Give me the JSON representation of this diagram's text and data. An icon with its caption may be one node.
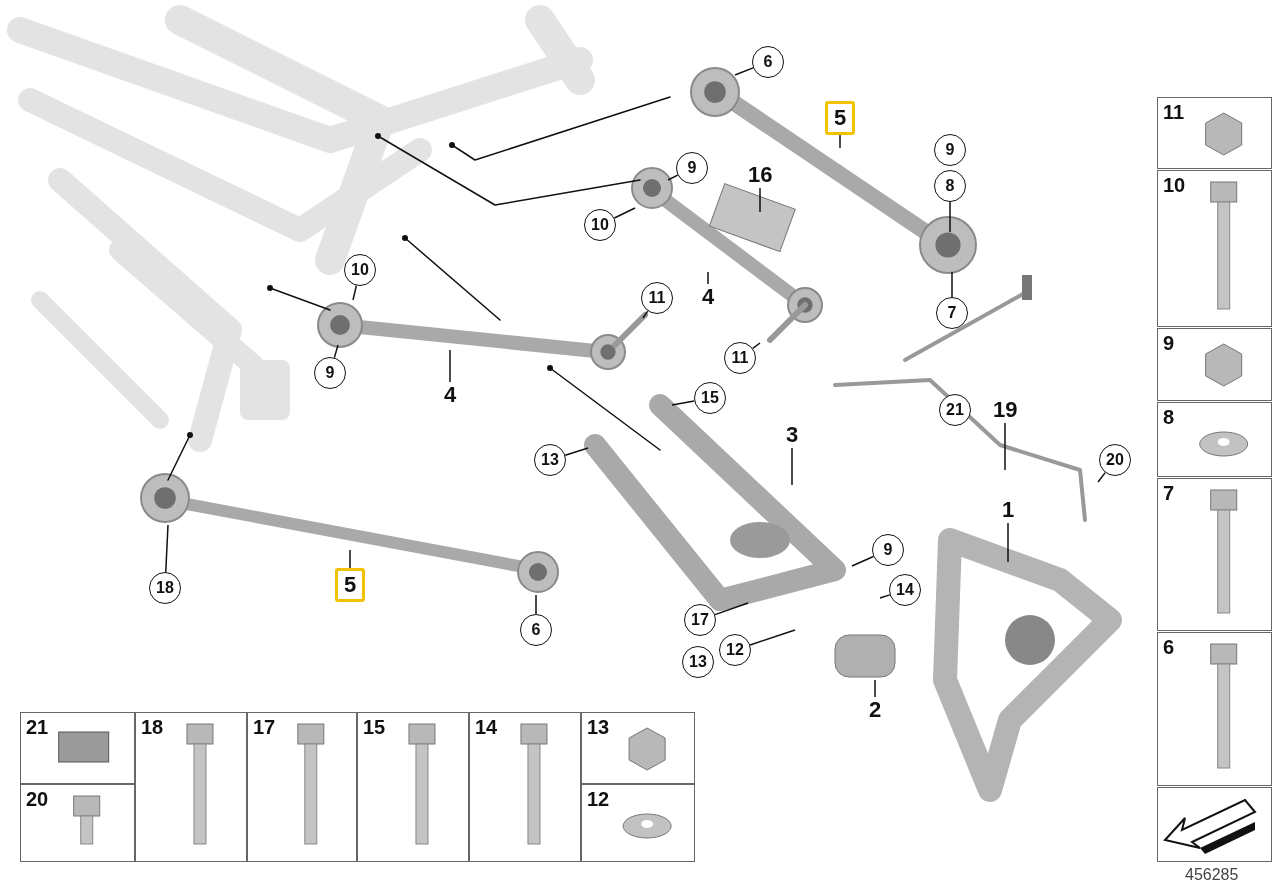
{
  "diagram": {
    "nodes": [
      {
        "text": [
          "6"
        ]
      },
      {
        "text": [
          "5"
        ]
      },
      {
        "text": [
          "9"
        ]
      },
      {
        "text": [
          "8"
        ]
      },
      {
        "text": [
          "16"
        ]
      },
      {
        "text": [
          "9"
        ]
      },
      {
        "text": [
          "10"
        ]
      },
      {
        "text": [
          "7"
        ]
      },
      {
        "text": [
          "10"
        ]
      },
      {
        "text": [
          "11"
        ]
      },
      {
        "text": [
          "4"
        ]
      },
      {
        "text": [
          "9"
        ]
      },
      {
        "text": [
          "4"
        ]
      },
      {
        "text": [
          "11"
        ]
      },
      {
        "text": [
          "15"
        ]
      },
      {
        "text": [
          "21"
        ]
      },
      {
        "text": [
          "19"
        ]
      },
      {
        "text": [
          "3"
        ]
      },
      {
        "text": [
          "13"
        ]
      },
      {
        "text": [
          "20"
        ]
      },
      {
        "text": [
          "1"
        ]
      },
      {
        "text": [
          "9"
        ]
      },
      {
        "text": [
          "14"
        ]
      },
      {
        "text": [
          "18"
        ]
      },
      {
        "text": [
          "5"
        ]
      },
      {
        "text": [
          "17"
        ]
      },
      {
        "text": [
          "6"
        ]
      },
      {
        "text": [
          "13"
        ]
      },
      {
        "text": [
          "12"
        ]
      },
      {
        "text": [
          "2"
        ]
      }
    ],
    "edges": [
      {
        "from": 0,
        "to": null,
        "arrow": "none"
      },
      {
        "from": 1,
        "to": null,
        "arrow": "none"
      },
      {
        "from": 3,
        "to": null,
        "arrow": "none"
      },
      {
        "from": 4,
        "to": null,
        "arrow": "none"
      },
      {
        "from": 5,
        "to": null,
        "arrow": "none"
      },
      {
        "from": 6,
        "to": null,
        "arrow": "none"
      },
      {
        "from": 7,
        "to": null,
        "arrow": "none"
      },
      {
        "from": 8,
        "to": null,
        "arrow": "none"
      },
      {
        "from": 9,
        "to": null,
        "arrow": "none"
      },
      {
        "from": 10,
        "to": null,
        "arrow": "none"
      },
      {
        "from": 11,
        "to": null,
        "arrow": "none"
      },
      {
        "from": 12,
        "to": null,
        "arrow": "none"
      },
      {
        "from": 13,
        "to": null,
        "arrow": "none"
      },
      {
        "from": 14,
        "to": null,
        "arrow": "none"
      },
      {
        "from": 16,
        "to": null,
        "arrow": "none"
      },
      {
        "from": 17,
        "to": null,
        "arrow": "none"
      },
      {
        "from": 18,
        "to": null,
        "arrow": "none"
      },
      {
        "from": 19,
        "to": null,
        "arrow": "none"
      },
      {
        "from": 20,
        "to": null,
        "arrow": "none"
      },
      {
        "from": 21,
        "to": null,
        "arrow": "none"
      },
      {
        "from": 22,
        "to": null,
        "arrow": "none"
      },
      {
        "from": 23,
        "to": null,
        "arrow": "none"
      },
      {
        "from": 24,
        "to": null,
        "arrow": "none"
      },
      {
        "from": 25,
        "to": null,
        "arrow": "none"
      },
      {
        "from": 26,
        "to": null,
        "arrow": "none"
      },
      {
        "from": 28,
        "to": null,
        "arrow": "none"
      },
      {
        "from": 29,
        "to": null,
        "arrow": "none"
      }
    ],
    "labels": [
      "11",
      "10",
      "9",
      "8",
      "7",
      "6",
      "21",
      "18",
      "17",
      "15",
      "14",
      "13",
      "20",
      "12",
      "456285"
    ]
  }
}
